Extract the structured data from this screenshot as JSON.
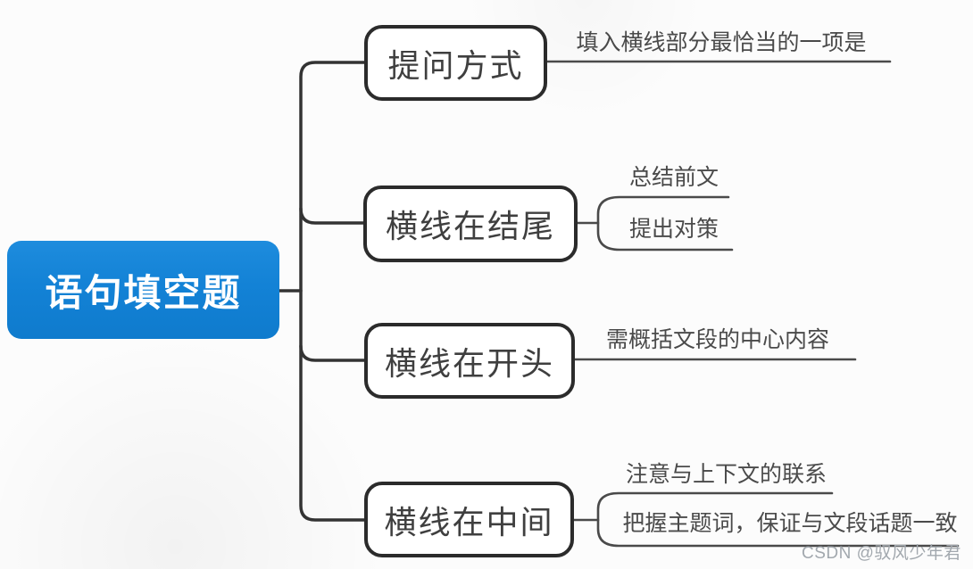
{
  "colors": {
    "root_fill": "#1382d6",
    "root_text": "#ffffff",
    "node_fill": "#ffffff",
    "node_border": "#2b2b2b",
    "node_text": "#3f3f3f",
    "connector": "#333333",
    "leaf_line": "#4a4a4a",
    "leaf_text": "#4a4a4a",
    "watermark": "#a2a8ae",
    "background": "#fcfcfc"
  },
  "root": {
    "label": "语句填空题"
  },
  "branches": [
    {
      "label": "提问方式",
      "leaves": [
        "填入横线部分最恰当的一项是"
      ]
    },
    {
      "label": "横线在结尾",
      "leaves": [
        "总结前文",
        "提出对策"
      ]
    },
    {
      "label": "横线在开头",
      "leaves": [
        "需概括文段的中心内容"
      ]
    },
    {
      "label": "横线在中间",
      "leaves": [
        "注意与上下文的联系",
        "把握主题词，保证与文段话题一致"
      ]
    }
  ],
  "watermark": {
    "text": "CSDN @驭风少年君"
  }
}
